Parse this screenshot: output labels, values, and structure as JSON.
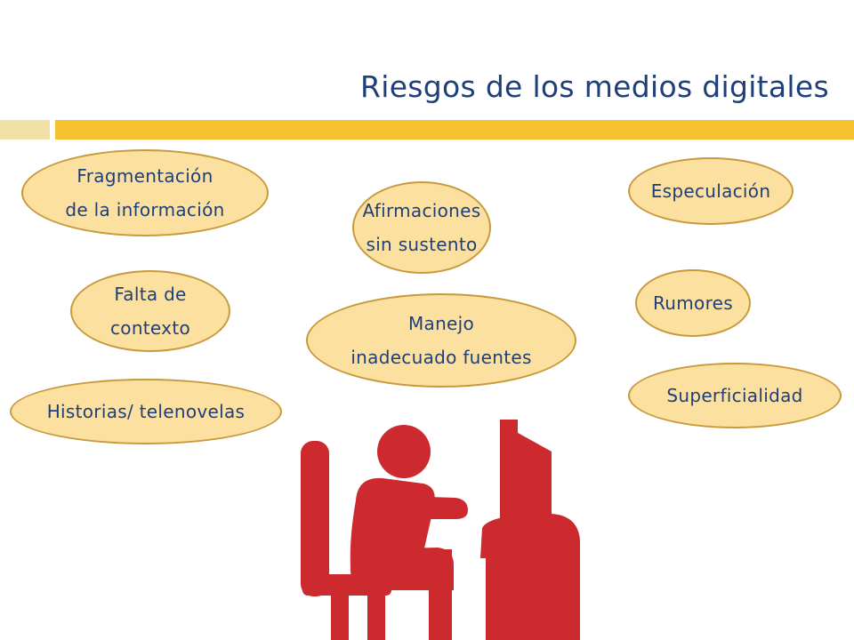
{
  "header": {
    "title": "Riesgos de los medios digitales"
  },
  "bubbles": [
    {
      "id": "fragmentacion",
      "label": "Fragmentación\nde la información"
    },
    {
      "id": "afirmaciones",
      "label": "Afirmaciones\nsin sustento"
    },
    {
      "id": "especulacion",
      "label": "Especulación"
    },
    {
      "id": "falta-contexto",
      "label": "Falta de\ncontexto"
    },
    {
      "id": "manejo-fuentes",
      "label": "Manejo\ninadecuado fuentes"
    },
    {
      "id": "rumores",
      "label": "Rumores"
    },
    {
      "id": "historias",
      "label": "Historias/ telenovelas"
    },
    {
      "id": "superficialidad",
      "label": "Superficialidad"
    }
  ],
  "colors": {
    "title": "#1f3f7a",
    "accent_bar": "#f5c12e",
    "accent_bar_light": "#f2e1a6",
    "bubble_fill": "#fbe0a0",
    "bubble_border": "#c79a3c",
    "icon": "#cc2a2f"
  },
  "icons": {
    "illustration": "person-at-computer-icon"
  }
}
